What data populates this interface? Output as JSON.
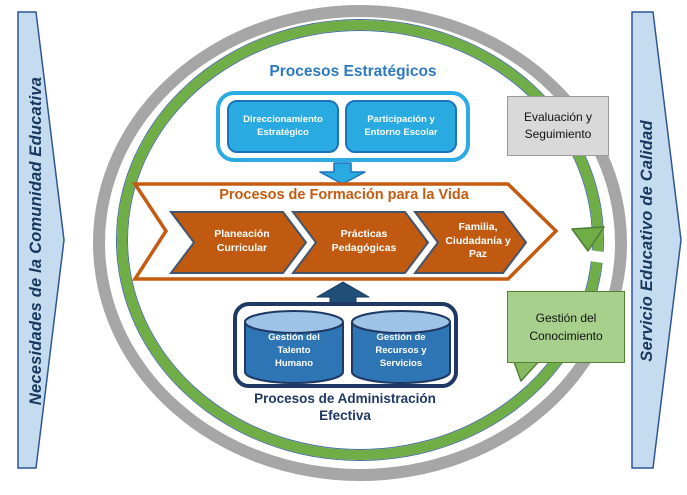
{
  "colors": {
    "ring_gray": "#A6A6A6",
    "ring_green": "#70AD47",
    "cyan_fill": "#29ABE2",
    "cyan_border": "#1B74BB",
    "blue_title": "#2E79C0",
    "orange": "#C55A11",
    "chevron_border": "#44546A",
    "navy": "#1F3864",
    "cylinder_blue": "#2E75B6",
    "cylinder_top": "#9DC3E6",
    "side_banner_fill": "#C5DCF0",
    "side_banner_border": "#2F5597",
    "gray_box_fill": "#D9D9D9",
    "green_box_fill": "#A8D08D",
    "green_box_border": "#538135"
  },
  "left_banner": {
    "label": "Necesidades de la Comunidad Educativa"
  },
  "right_banner": {
    "label": "Servicio Educativo de Calidad"
  },
  "strategic": {
    "title": "Procesos Estratégicos",
    "boxes": [
      {
        "label": "Direccionamiento\nEstratégico"
      },
      {
        "label": "Participación y\nEntorno Escolar"
      }
    ]
  },
  "formation": {
    "title": "Procesos de Formación para  la Vida",
    "chevrons": [
      {
        "label": "Planeación\nCurricular"
      },
      {
        "label": "Prácticas\nPedagógicas"
      },
      {
        "label": "Familia,\nCiudadanía y\nPaz"
      }
    ]
  },
  "administration": {
    "title": "Procesos de Administración\nEfectiva",
    "cylinders": [
      {
        "label": "Gestión del\nTalento\nHumano"
      },
      {
        "label": "Gestión de\nRecursos y\nServicios"
      }
    ]
  },
  "callouts": {
    "evaluation": {
      "label": "Evaluación y\nSeguimiento"
    },
    "knowledge": {
      "label": "Gestión del\nConocimiento"
    }
  }
}
